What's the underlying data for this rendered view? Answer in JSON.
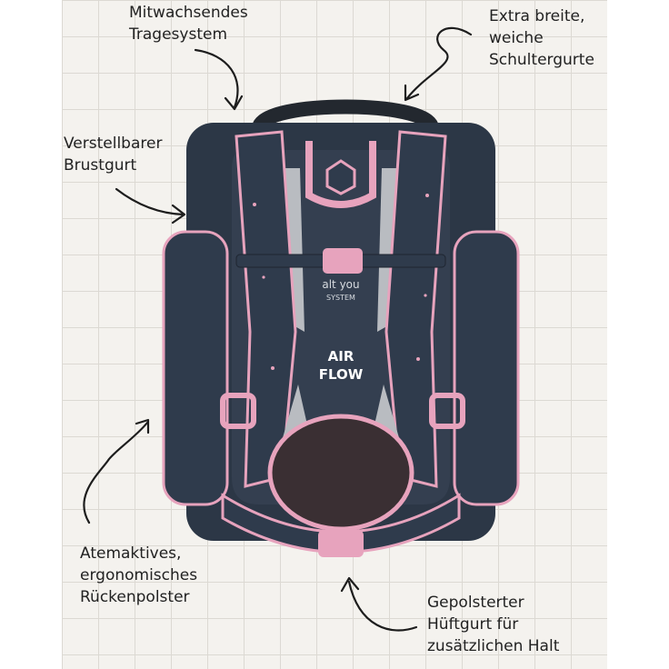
{
  "callouts": {
    "carry_system": [
      "Mitwachsendes",
      "Tragesystem"
    ],
    "shoulder_straps": [
      "Extra breite,",
      "weiche",
      "Schultergurte"
    ],
    "chest_strap": [
      "Verstellbarer",
      "Brustgurt"
    ],
    "back_padding": [
      "Atemaktives,",
      "ergonomisches",
      "Rückenpolster"
    ],
    "hip_belt": [
      "Gepolsterter",
      "Hüftgurt für",
      "zusätzlichen Halt"
    ]
  },
  "backpack": {
    "system_logo_top": "alt you",
    "system_logo_bottom": "SYSTEM",
    "airflow_line1": "AIR",
    "airflow_line2": "FLOW"
  },
  "colors": {
    "navy": "#2f3b4c",
    "pink": "#e7a3bd",
    "grey": "#b9bcc1",
    "paper": "#f4f2ee",
    "grid": "#dcd9d3"
  }
}
